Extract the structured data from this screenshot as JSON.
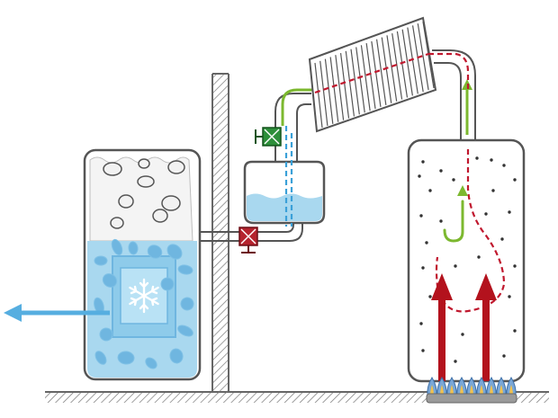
{
  "diagram": {
    "name": "absorption-refrigeration-schematic",
    "labels": [],
    "colors": {
      "outline": "#555555",
      "outline_dark": "#444444",
      "vessel_fill": "#ffffff",
      "liquid_blue": "#a9d8ef",
      "liquid_blue_dark": "#7fc1e6",
      "ice_blob": "#6fb6e0",
      "frozen_core": "#8ecbea",
      "cold_arrow": "#56aee0",
      "hot_arrow": "#b3121d",
      "vapor_path_red": "#c0182e",
      "condensate_green": "#7cb82f",
      "cold_drip_blue": "#3aa0d8",
      "valve_red": "#b5232e",
      "valve_green": "#2d8f3a",
      "wall_hatch": "#777777",
      "burner_flame": "#7aa7d6",
      "particle_dot": "#333333",
      "snow_blob_fill": "#f2f2f2"
    },
    "components": {
      "cold_box": "cold-box-with-ice",
      "wall": "insulating-wall",
      "reservoir": "liquid-reservoir",
      "condenser": "finned-condenser",
      "generator": "heated-generator-vessel",
      "burner": "gas-burner",
      "valve_top": "valve-green",
      "valve_bottom": "valve-red"
    },
    "icons": {
      "snowflake": "snowflake-icon",
      "flame": "flame-icon",
      "arrow_out": "cold-output-arrow-icon",
      "arrow_heat": "heat-up-arrow-icon"
    }
  }
}
